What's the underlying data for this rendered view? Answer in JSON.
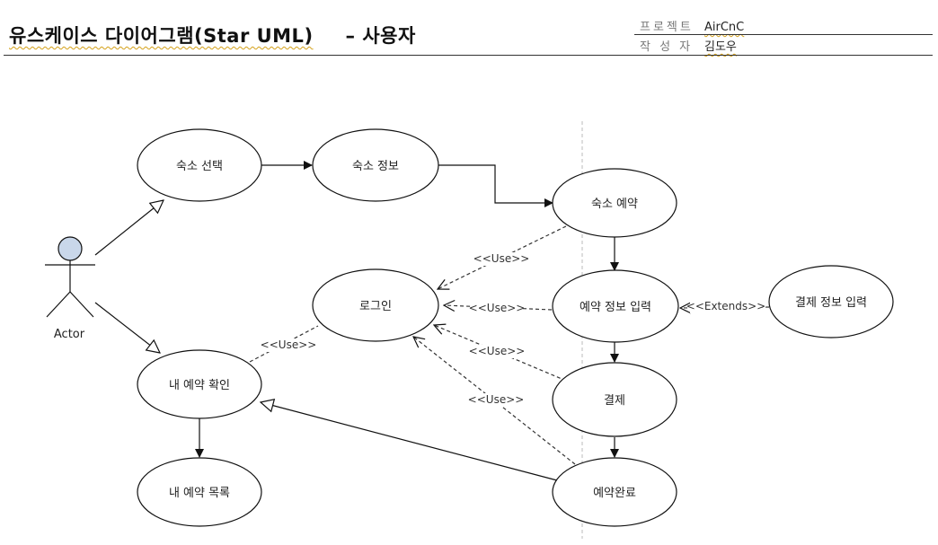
{
  "header": {
    "title_main": "유스케이스 다이어그램(Star UML)",
    "title_suffix": "– 사용자",
    "project_key": "프로젝트",
    "project_value": "AirCnC",
    "author_key": "작 성 자",
    "author_value": "김도우"
  },
  "diagram": {
    "actor_label": "Actor",
    "use_cases": {
      "select_lodging": "숙소 선택",
      "lodging_info": "숙소 정보",
      "reserve_lodging": "숙소 예약",
      "login": "로그인",
      "enter_reservation": "예약 정보 입력",
      "enter_payment": "결제 정보 입력",
      "check_my_reservation": "내 예약 확인",
      "payment": "결제",
      "my_reservation_list": "내 예약 목록",
      "reservation_complete": "예약완료"
    },
    "relation_labels": {
      "use_reserve_login": "<<Use>>",
      "use_enter_login": "<<Use>>",
      "use_check_login": "<<Use>>",
      "use_payment_login": "<<Use>>",
      "use_complete_login": "<<Use>>",
      "extends_payment_info": "<<Extends>>"
    }
  }
}
